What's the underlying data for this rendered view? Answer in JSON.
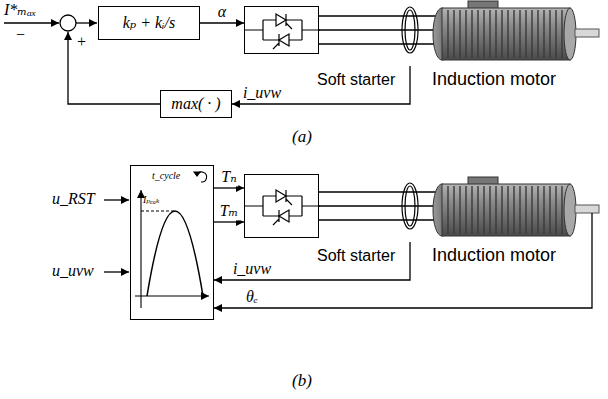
{
  "diagram": {
    "nodes": [
      {
        "text": [
          "kₚ + kᵢ/s"
        ]
      },
      {
        "text": [
          "Soft starter"
        ]
      },
      {
        "text": [
          "Induction motor"
        ]
      },
      {
        "text": [
          "max( · )"
        ]
      },
      {
        "text": [
          "Iₚₑₐₖ",
          "t_cycle"
        ]
      },
      {
        "text": [
          "Soft starter"
        ]
      },
      {
        "text": [
          "Induction motor"
        ]
      }
    ],
    "edges": [
      {
        "from": 0,
        "to": 1,
        "arrow": "to",
        "label": "α"
      },
      {
        "from": 1,
        "to": 2,
        "arrow": "none"
      },
      {
        "from": 2,
        "to": 3,
        "arrow": "to",
        "label": "i_uvw"
      },
      {
        "from": 4,
        "to": 5,
        "arrow": "to",
        "label": "Tₙ"
      },
      {
        "from": 4,
        "to": 5,
        "arrow": "to",
        "label": "Tₘ"
      },
      {
        "from": 5,
        "to": 6,
        "arrow": "none"
      },
      {
        "from": 6,
        "to": 4,
        "arrow": "to",
        "label": "i_uvw"
      },
      {
        "from": 6,
        "to": 4,
        "arrow": "to",
        "label": "θₑ"
      }
    ],
    "labels": [
      "I*ₘₐₓ",
      "−",
      "+",
      "(a)",
      "u_RST",
      "u_uvw",
      "(b)"
    ]
  }
}
